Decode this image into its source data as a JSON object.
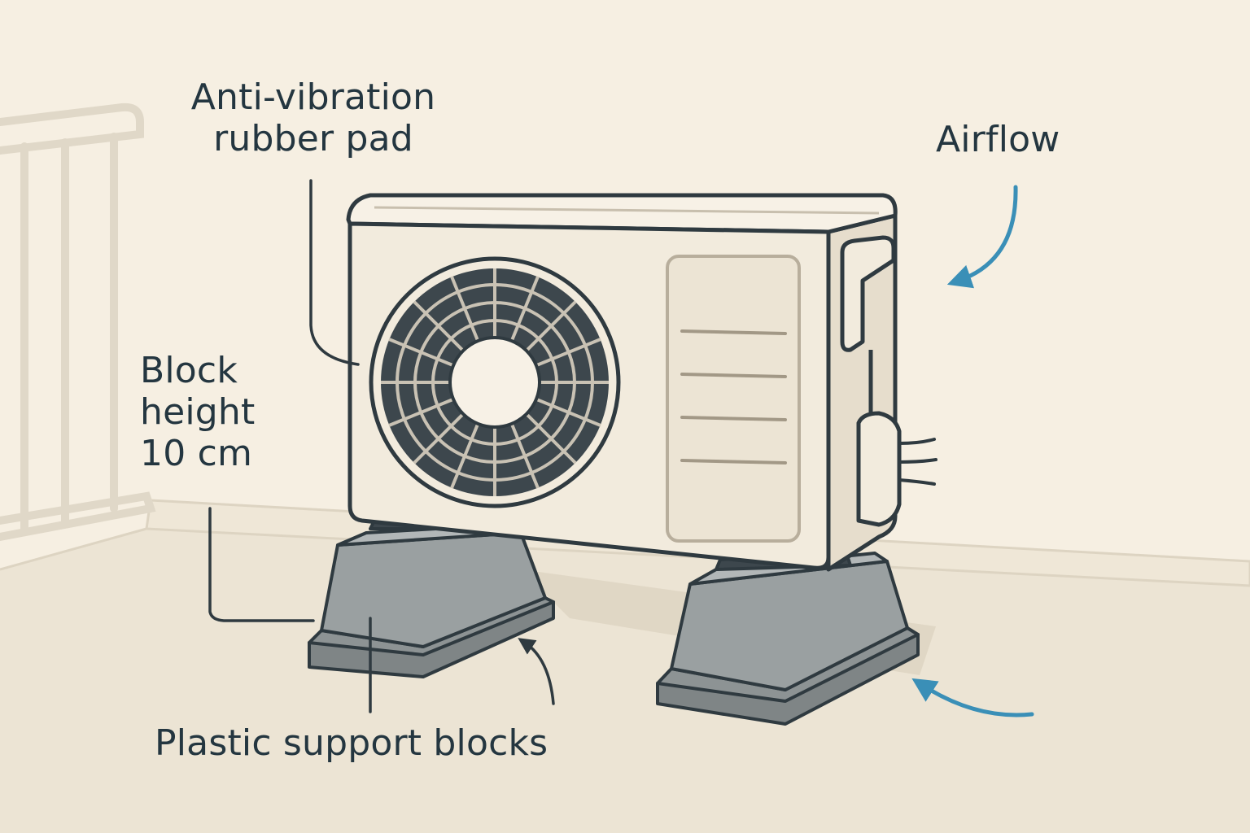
{
  "labels": {
    "anti_vibration": [
      "Anti-vibration",
      "rubber pad"
    ],
    "block_height": [
      "Block",
      "height",
      "10 cm"
    ],
    "airflow": "Airflow",
    "plastic_support": "Plastic support blocks"
  },
  "colors": {
    "background": "#f6efe2",
    "floor": "#ece4d4",
    "unit_body": "#f2ebdd",
    "outline": "#2f3a40",
    "fan_grille": "#3d474d",
    "block_gray": "#9aa0a1",
    "arrow_blue": "#3a8fb7",
    "label_text": "#243640"
  },
  "icons": [
    "fan-grille-icon",
    "airflow-arrow-icon"
  ]
}
